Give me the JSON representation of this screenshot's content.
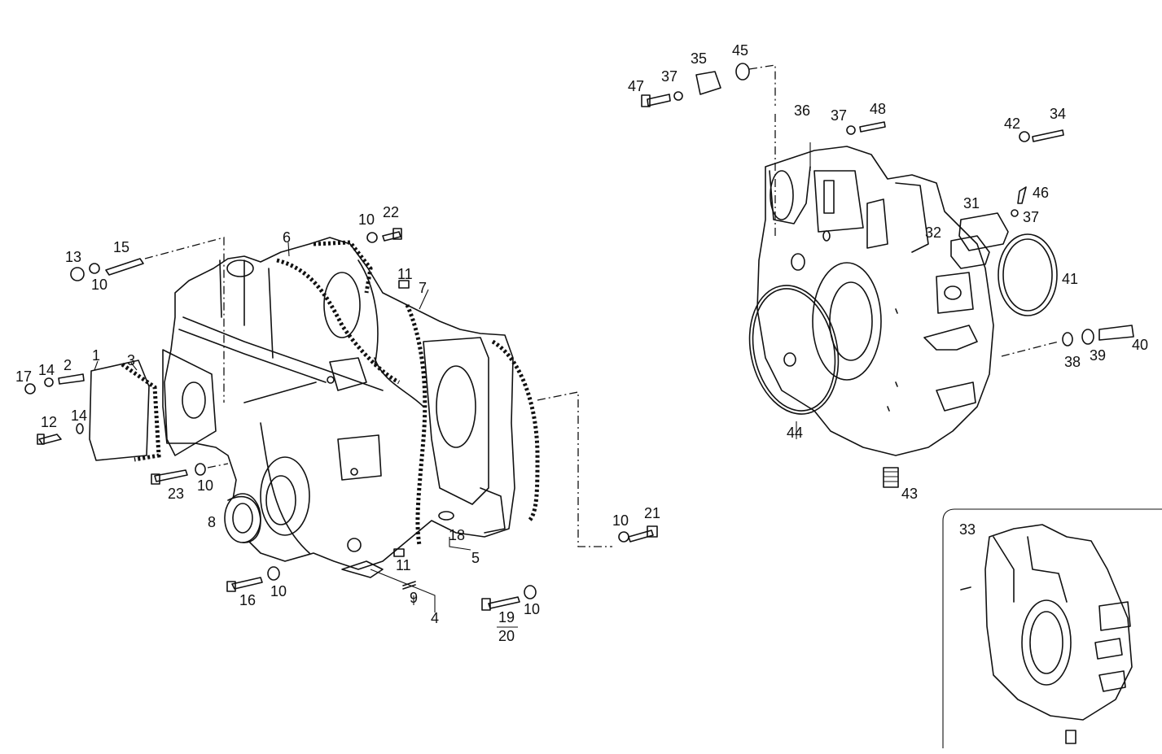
{
  "labels": {
    "l1": "1",
    "l2": "2",
    "l3": "3",
    "l4": "4",
    "l5": "5",
    "l6": "6",
    "l7": "7",
    "l8": "8",
    "l9": "9",
    "l10": "10",
    "l11": "11",
    "l12": "12",
    "l13": "13",
    "l14": "14",
    "l15": "15",
    "l16": "16",
    "l17": "17",
    "l18": "18",
    "l19": "19",
    "l20": "20",
    "l21": "21",
    "l22": "22",
    "l23": "23",
    "l31": "31",
    "l32": "32",
    "l33": "33",
    "l34": "34",
    "l35": "35",
    "l36": "36",
    "l37": "37",
    "l38": "38",
    "l39": "39",
    "l40": "40",
    "l41": "41",
    "l42": "42",
    "l43": "43",
    "l44": "44",
    "l45": "45",
    "l46": "46",
    "l47": "47",
    "l48": "48"
  }
}
